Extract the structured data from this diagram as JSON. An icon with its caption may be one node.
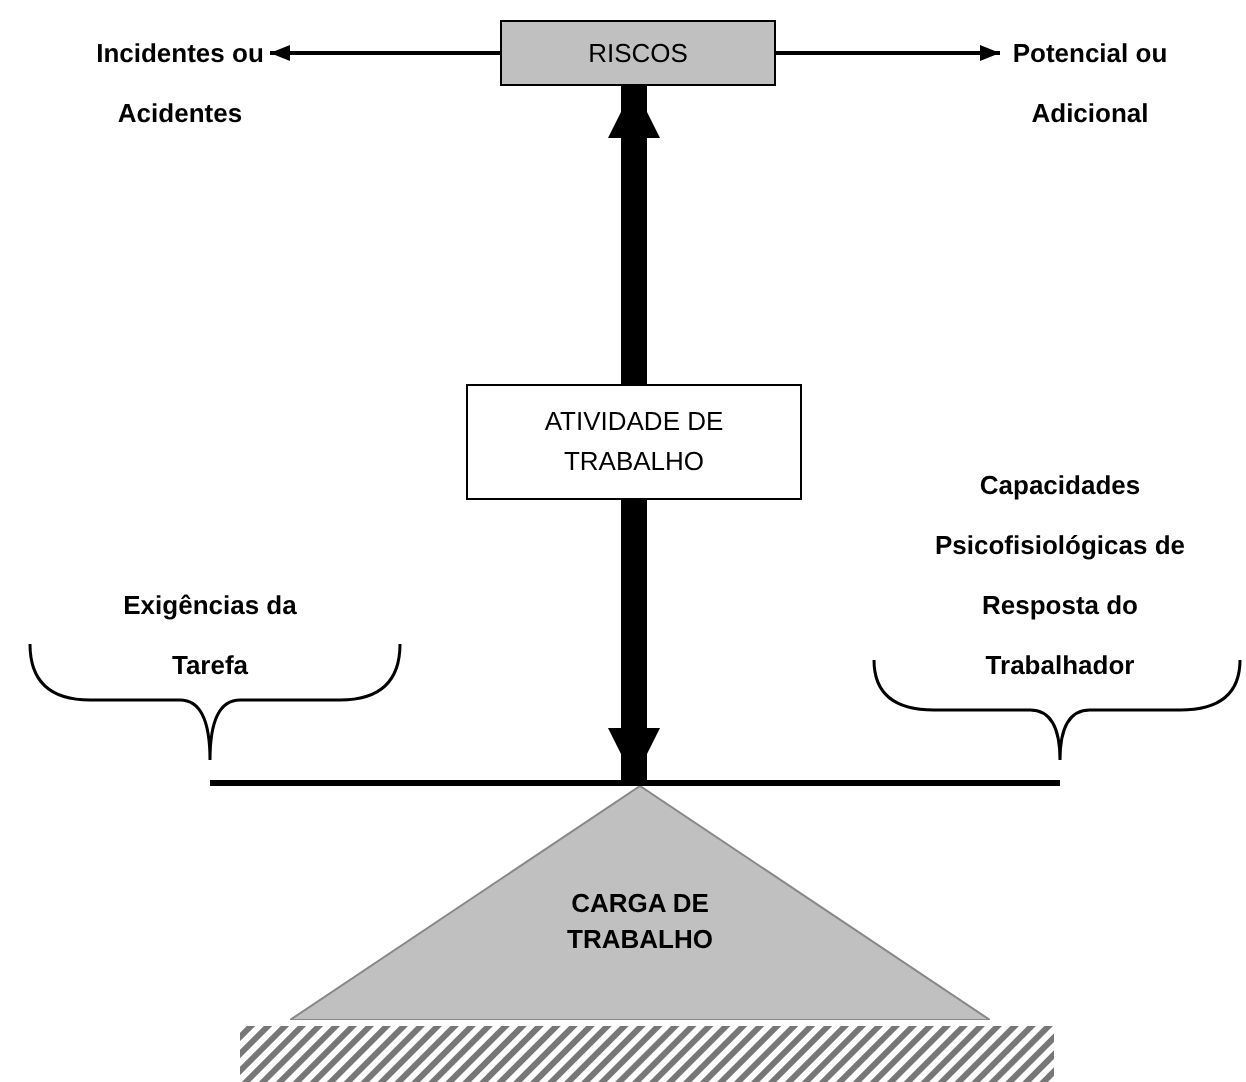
{
  "diagram": {
    "nodes": [
      {
        "text": [
          "Incidentes ou Acidentes"
        ]
      },
      {
        "text": [
          "RISCOS"
        ]
      },
      {
        "text": [
          "Potencial ou Adicional"
        ]
      },
      {
        "text": [
          "ATIVIDADE DE TRABALHO"
        ]
      },
      {
        "text": [],
        "shape": "bar"
      },
      {
        "text": [
          "CARGA DE TRABALHO"
        ]
      }
    ],
    "edges": [
      {
        "from": 1,
        "to": 0,
        "arrow": "to"
      },
      {
        "from": 1,
        "to": 2,
        "arrow": "to"
      },
      {
        "from": 3,
        "to": 1,
        "arrow": "to",
        "style": "thick"
      },
      {
        "from": 3,
        "to": 4,
        "arrow": "to",
        "style": "thick"
      }
    ],
    "labels": [
      "Exigências da Tarefa",
      "Capacidades Psicofisiológicas de Resposta do Trabalhador"
    ]
  }
}
